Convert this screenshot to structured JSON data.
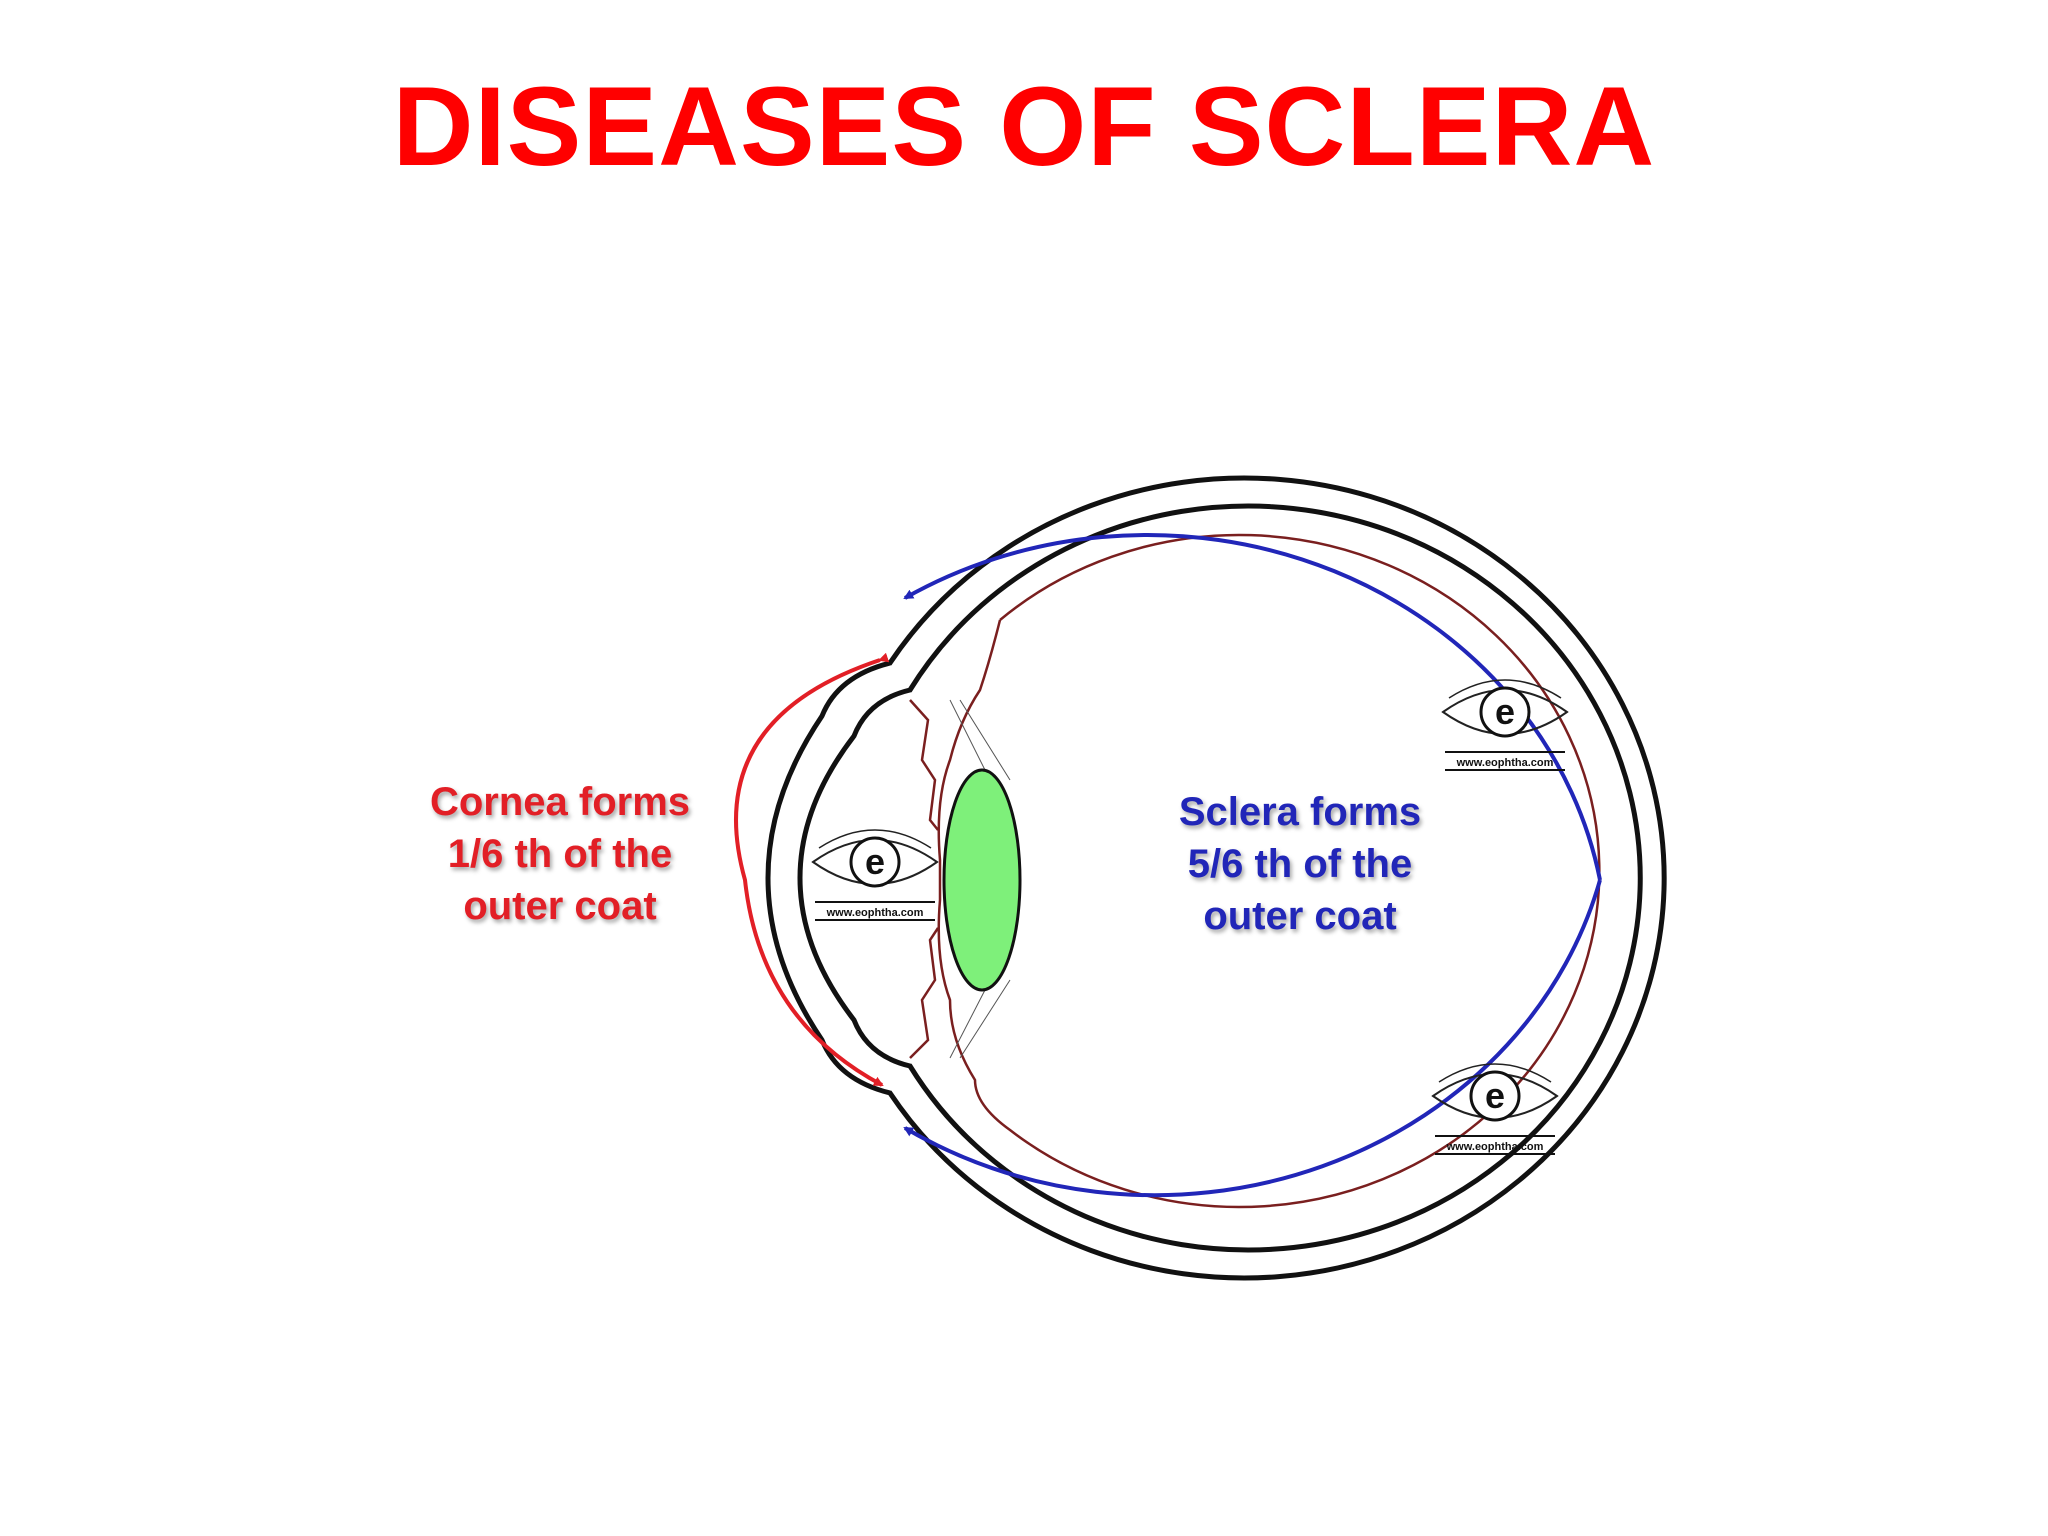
{
  "title": "DISEASES OF SCLERA",
  "diagram": {
    "cornea_label": {
      "lines": [
        "Cornea forms",
        "1/6 th of the",
        "outer coat"
      ]
    },
    "sclera_label": {
      "lines": [
        "Sclera forms",
        "5/6 th of the",
        "outer coat"
      ]
    },
    "watermark": {
      "letter": "e",
      "site": "www.eophtha.com"
    },
    "colors": {
      "title": "#ff0000",
      "cornea_arrow": "#e21f26",
      "sclera_arrow": "#2126b8",
      "lens": "#7ef07a",
      "choroid": "#7a1f1f"
    }
  }
}
